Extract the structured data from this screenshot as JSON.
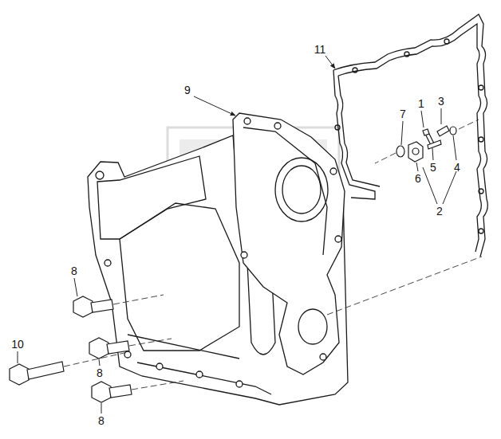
{
  "diagram": {
    "labels": [
      "11",
      "9",
      "1",
      "3",
      "7",
      "5",
      "4",
      "6",
      "2",
      "8",
      "10",
      "8",
      "8"
    ]
  }
}
